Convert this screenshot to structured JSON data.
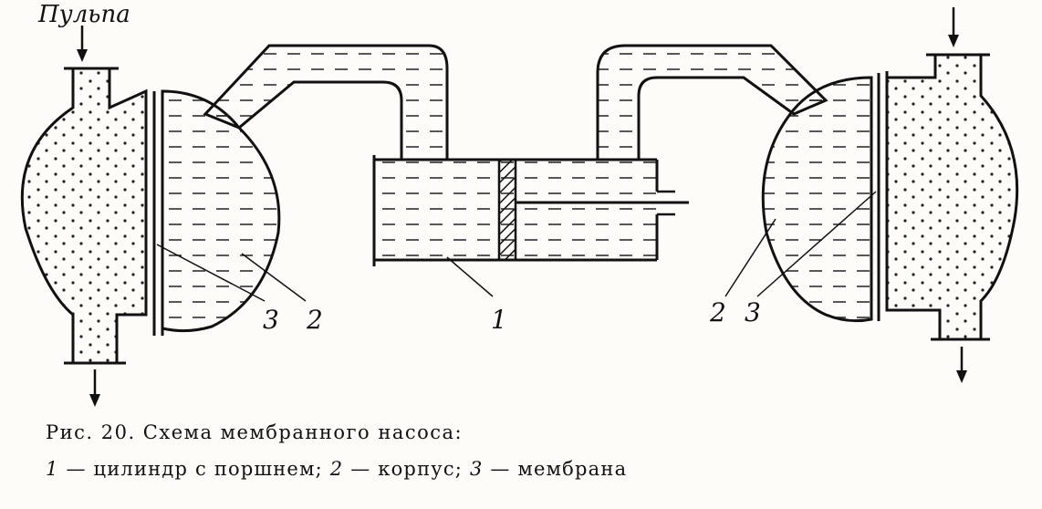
{
  "labels": {
    "pulp": "Пульпа",
    "n1": "1",
    "n2_left": "2",
    "n3_left": "3",
    "n2_right": "2",
    "n3_right": "3"
  },
  "caption": {
    "title": "Рис. 20. Схема мембранного насоса:",
    "k1": "1",
    "t1": " — цилиндр с поршнем; ",
    "k2": "2",
    "t2": " — корпус; ",
    "k3": "3",
    "t3": " — мембрана"
  }
}
